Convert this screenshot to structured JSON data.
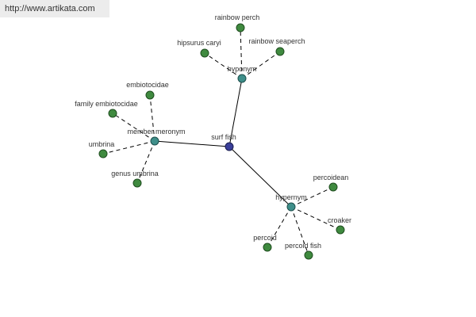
{
  "watermark": "http://www.artikata.com",
  "root": {
    "id": "surf-fish",
    "label": "surf fish"
  },
  "relations": [
    {
      "id": "hyponym",
      "label": "hyponym",
      "children": [
        {
          "id": "rainbow-perch",
          "label": "rainbow perch"
        },
        {
          "id": "hipsurus-caryi",
          "label": "hipsurus caryi"
        },
        {
          "id": "rainbow-seaperch",
          "label": "rainbow seaperch"
        }
      ]
    },
    {
      "id": "member-meronym",
      "label": "member meronym",
      "children": [
        {
          "id": "embiotocidae",
          "label": "embiotocidae"
        },
        {
          "id": "family-embiotocidae",
          "label": "family embiotocidae"
        },
        {
          "id": "umbrina",
          "label": "umbrina"
        },
        {
          "id": "genus-umbrina",
          "label": "genus umbrina"
        }
      ]
    },
    {
      "id": "hypernym",
      "label": "hypernym",
      "children": [
        {
          "id": "percoidean",
          "label": "percoidean"
        },
        {
          "id": "croaker",
          "label": "croaker"
        },
        {
          "id": "percoid",
          "label": "percoid"
        },
        {
          "id": "percoid-fish",
          "label": "percoid fish"
        }
      ]
    }
  ]
}
